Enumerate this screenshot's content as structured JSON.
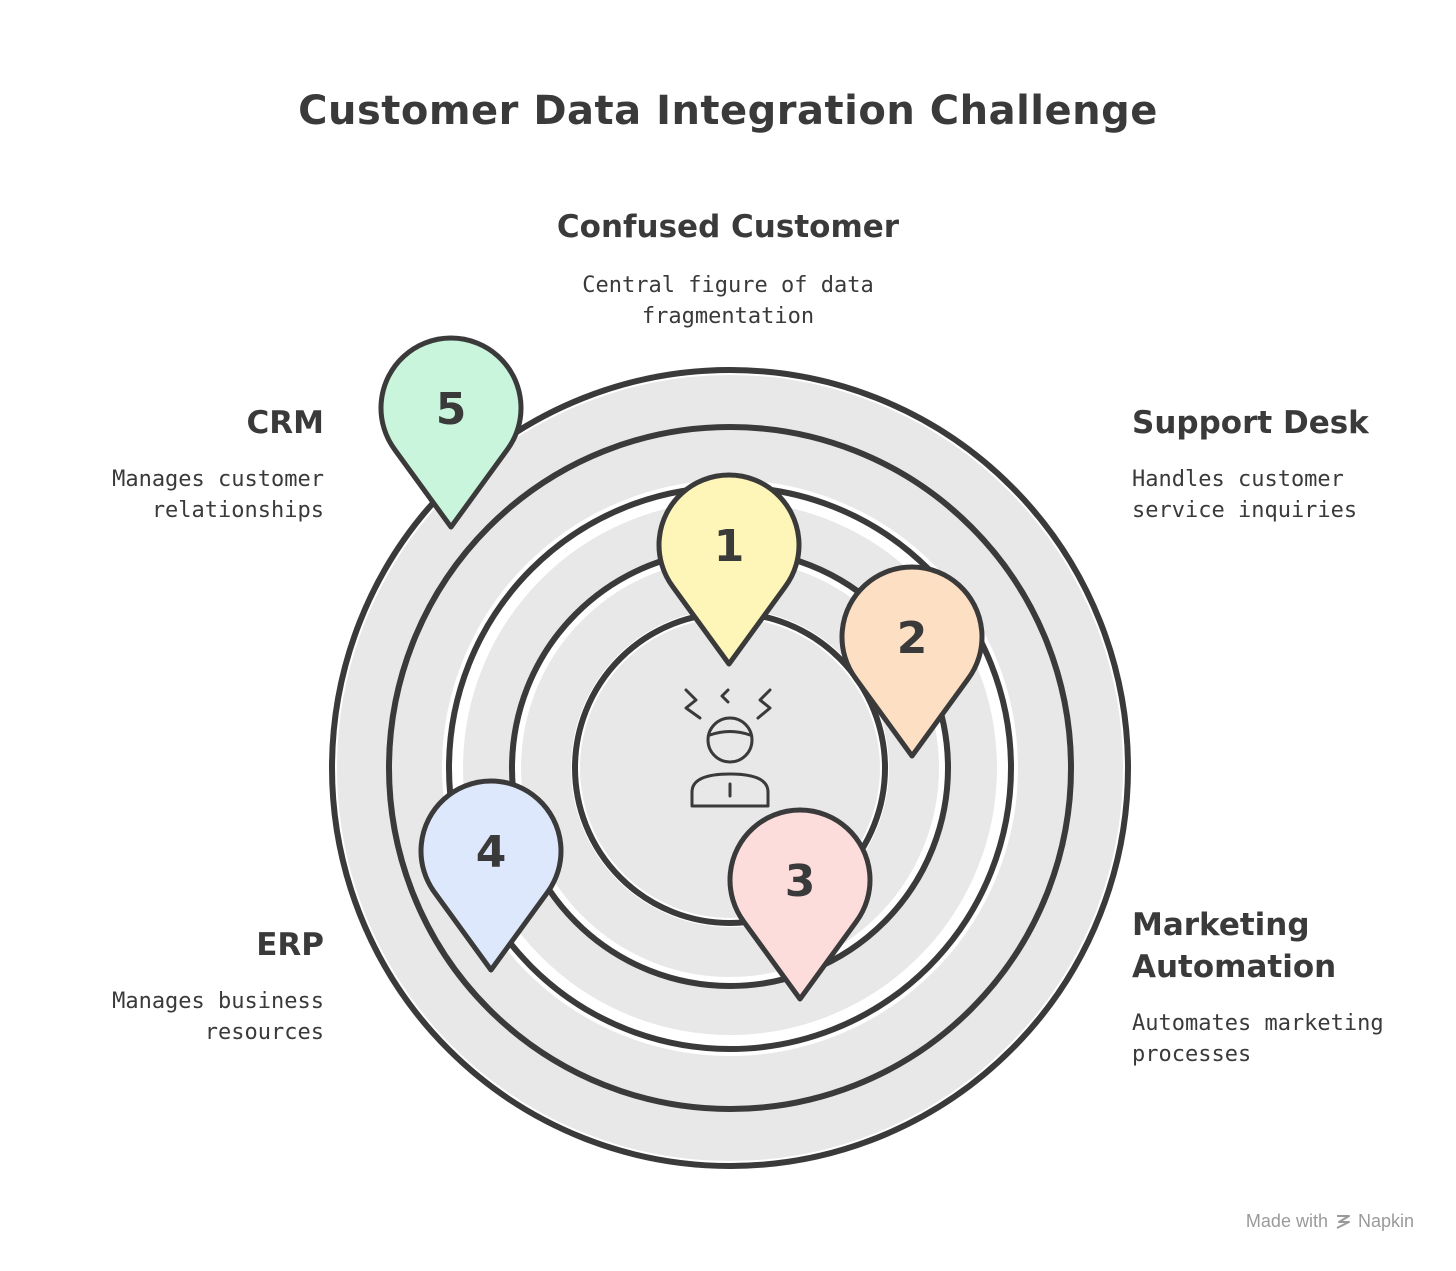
{
  "title": "Customer Data Integration Challenge",
  "center": {
    "title": "Confused Customer",
    "description": "Central figure of data\nfragmentation",
    "icon": "confused-person-icon"
  },
  "items": [
    {
      "number": "1",
      "color": "#fef6b8",
      "ring": 1
    },
    {
      "number": "2",
      "color": "#fde0c3",
      "ring": 2,
      "title": "Support Desk",
      "description": "Handles customer\nservice inquiries"
    },
    {
      "number": "3",
      "color": "#fddcdc",
      "ring": 2,
      "title": "Marketing\nAutomation",
      "description": "Automates marketing\nprocesses"
    },
    {
      "number": "4",
      "color": "#dde8fc",
      "ring": 3,
      "title": "ERP",
      "description": "Manages business\nresources"
    },
    {
      "number": "5",
      "color": "#c9f5dc",
      "ring": 4,
      "title": "CRM",
      "description": "Manages customer\nrelationships"
    }
  ],
  "footer": {
    "made_with": "Made with",
    "brand": "Napkin",
    "brand_icon": "napkin-logo-icon"
  },
  "colors": {
    "ring_fill": "#e8e8e8",
    "stroke": "#3a3a3a",
    "background": "#ffffff"
  }
}
